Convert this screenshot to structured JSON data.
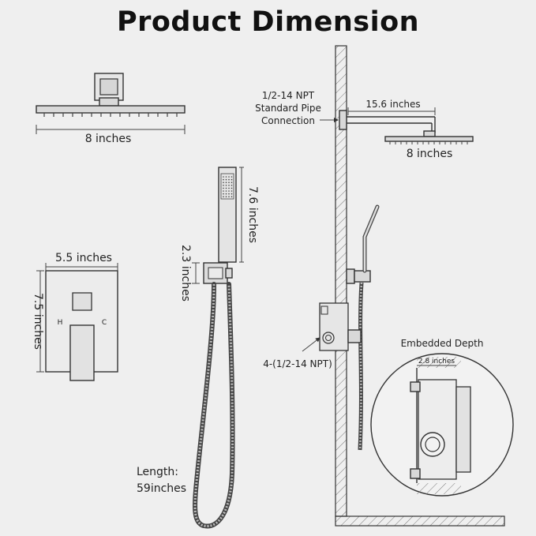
{
  "title": "Product Dimension",
  "labels": {
    "head_width": "8 inches",
    "valve_width": "5.5 inches",
    "valve_height": "7.5 inches",
    "valve_hot": "H",
    "valve_cold": "C",
    "handheld_length": "7.6 inches",
    "holder_height": "2.3 inches",
    "hose_length_line1": "Length:",
    "hose_length_line2": "59inches",
    "pipe_line1": "1/2-14 NPT",
    "pipe_line2": "Standard Pipe",
    "pipe_line3": "Connection",
    "arm_length": "15.6 inches",
    "side_head_width": "8 inches",
    "ports": "4-(1/2-14 NPT)",
    "embedded_title": "Embedded Depth",
    "embedded_depth": "2.8 inches"
  },
  "colors": {
    "background": "#efefef",
    "line": "#333333",
    "metal": "#d9d9d9"
  }
}
